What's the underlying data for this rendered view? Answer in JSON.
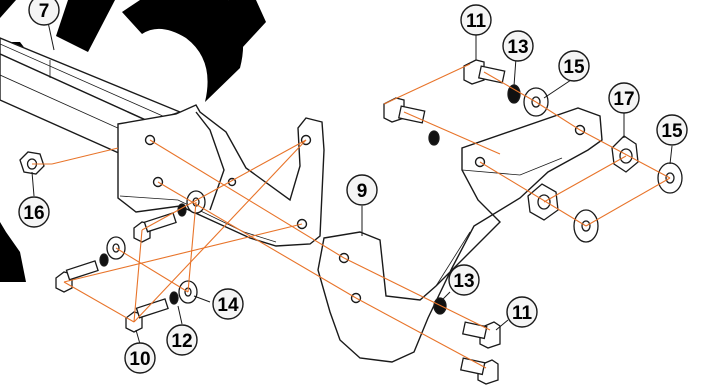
{
  "diagram": {
    "accent_color": "#e8742a",
    "line_color": "#1a1a1a",
    "watermark_color": "#000000",
    "callout_fill": "#f5f5f5",
    "callouts": [
      {
        "id": "c7",
        "label": "7"
      },
      {
        "id": "c11a",
        "label": "11"
      },
      {
        "id": "c13a",
        "label": "13"
      },
      {
        "id": "c15a",
        "label": "15"
      },
      {
        "id": "c17",
        "label": "17"
      },
      {
        "id": "c15b",
        "label": "15"
      },
      {
        "id": "c9",
        "label": "9"
      },
      {
        "id": "c16",
        "label": "16"
      },
      {
        "id": "c14",
        "label": "14"
      },
      {
        "id": "c13b",
        "label": "13"
      },
      {
        "id": "c11b",
        "label": "11"
      },
      {
        "id": "c10",
        "label": "10"
      },
      {
        "id": "c12",
        "label": "12"
      }
    ]
  }
}
